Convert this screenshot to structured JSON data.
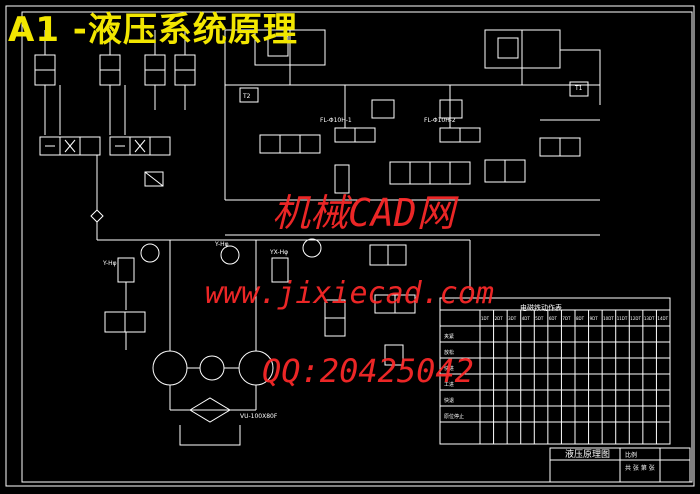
{
  "title": "A1 -液压系统原理",
  "watermarks": [
    "机械CAD网",
    "www.jixiecad.com",
    "QQ:20425042"
  ],
  "table": {
    "heading": "电磁铁动作表",
    "columns": [
      "1DT",
      "2DT",
      "3DT",
      "4DT",
      "5DT",
      "6DT",
      "7DT",
      "8DT",
      "9DT",
      "10DT",
      "11DT",
      "12DT",
      "13DT",
      "14DT"
    ],
    "rows": [
      "夹紧",
      "放松",
      "快进",
      "工进",
      "快退",
      "原位停止"
    ]
  },
  "title_block": {
    "name": "液压原理图",
    "scale_label": "比例",
    "sheet_label": "共 张 第 张"
  },
  "component_labels": [
    "T1",
    "T2",
    "FL-Φ10H-2",
    "FL-Φ10H-1",
    "VU-100X80F",
    "Y-Hφ",
    "YX-Hφ",
    "Y-Hφ"
  ],
  "colors": {
    "frame": "#ffffff",
    "title": "#f2e600",
    "watermark": "#ff2a2a",
    "lines": "#ffffff"
  }
}
